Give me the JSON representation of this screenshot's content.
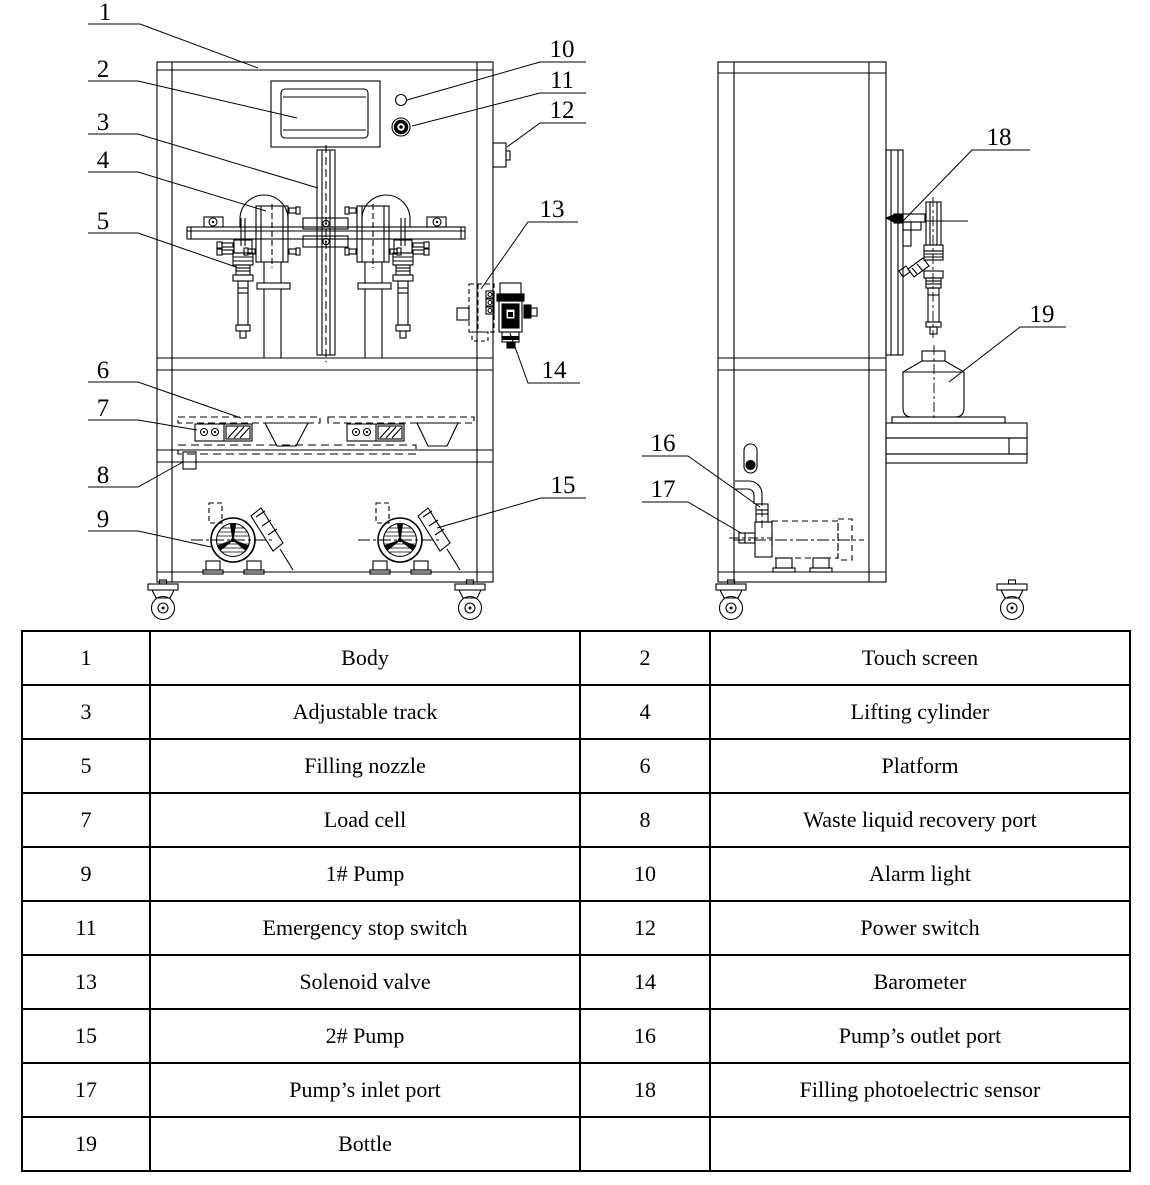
{
  "colors": {
    "background": "#ffffff",
    "line": "#000000"
  },
  "diagram": {
    "callouts": {
      "c1": "1",
      "c2": "2",
      "c3": "3",
      "c4": "4",
      "c5": "5",
      "c6": "6",
      "c7": "7",
      "c8": "8",
      "c9": "9",
      "c10": "10",
      "c11": "11",
      "c12": "12",
      "c13": "13",
      "c14": "14",
      "c15": "15",
      "c16": "16",
      "c17": "17",
      "c18": "18",
      "c19": "19"
    }
  },
  "table": {
    "rows": [
      {
        "ln": "1",
        "lp": "Body",
        "rn": "2",
        "rp": "Touch screen"
      },
      {
        "ln": "3",
        "lp": "Adjustable track",
        "rn": "4",
        "rp": "Lifting cylinder"
      },
      {
        "ln": "5",
        "lp": "Filling nozzle",
        "rn": "6",
        "rp": "Platform"
      },
      {
        "ln": "7",
        "lp": "Load cell",
        "rn": "8",
        "rp": "Waste liquid recovery port"
      },
      {
        "ln": "9",
        "lp": "1# Pump",
        "rn": "10",
        "rp": "Alarm light"
      },
      {
        "ln": "11",
        "lp": "Emergency stop switch",
        "rn": "12",
        "rp": "Power switch"
      },
      {
        "ln": "13",
        "lp": "Solenoid valve",
        "rn": "14",
        "rp": "Barometer"
      },
      {
        "ln": "15",
        "lp": "2# Pump",
        "rn": "16",
        "rp": "Pump’s outlet port"
      },
      {
        "ln": "17",
        "lp": "Pump’s inlet port",
        "rn": "18",
        "rp": "Filling photoelectric sensor"
      },
      {
        "ln": "19",
        "lp": "Bottle",
        "rn": "",
        "rp": ""
      }
    ]
  }
}
